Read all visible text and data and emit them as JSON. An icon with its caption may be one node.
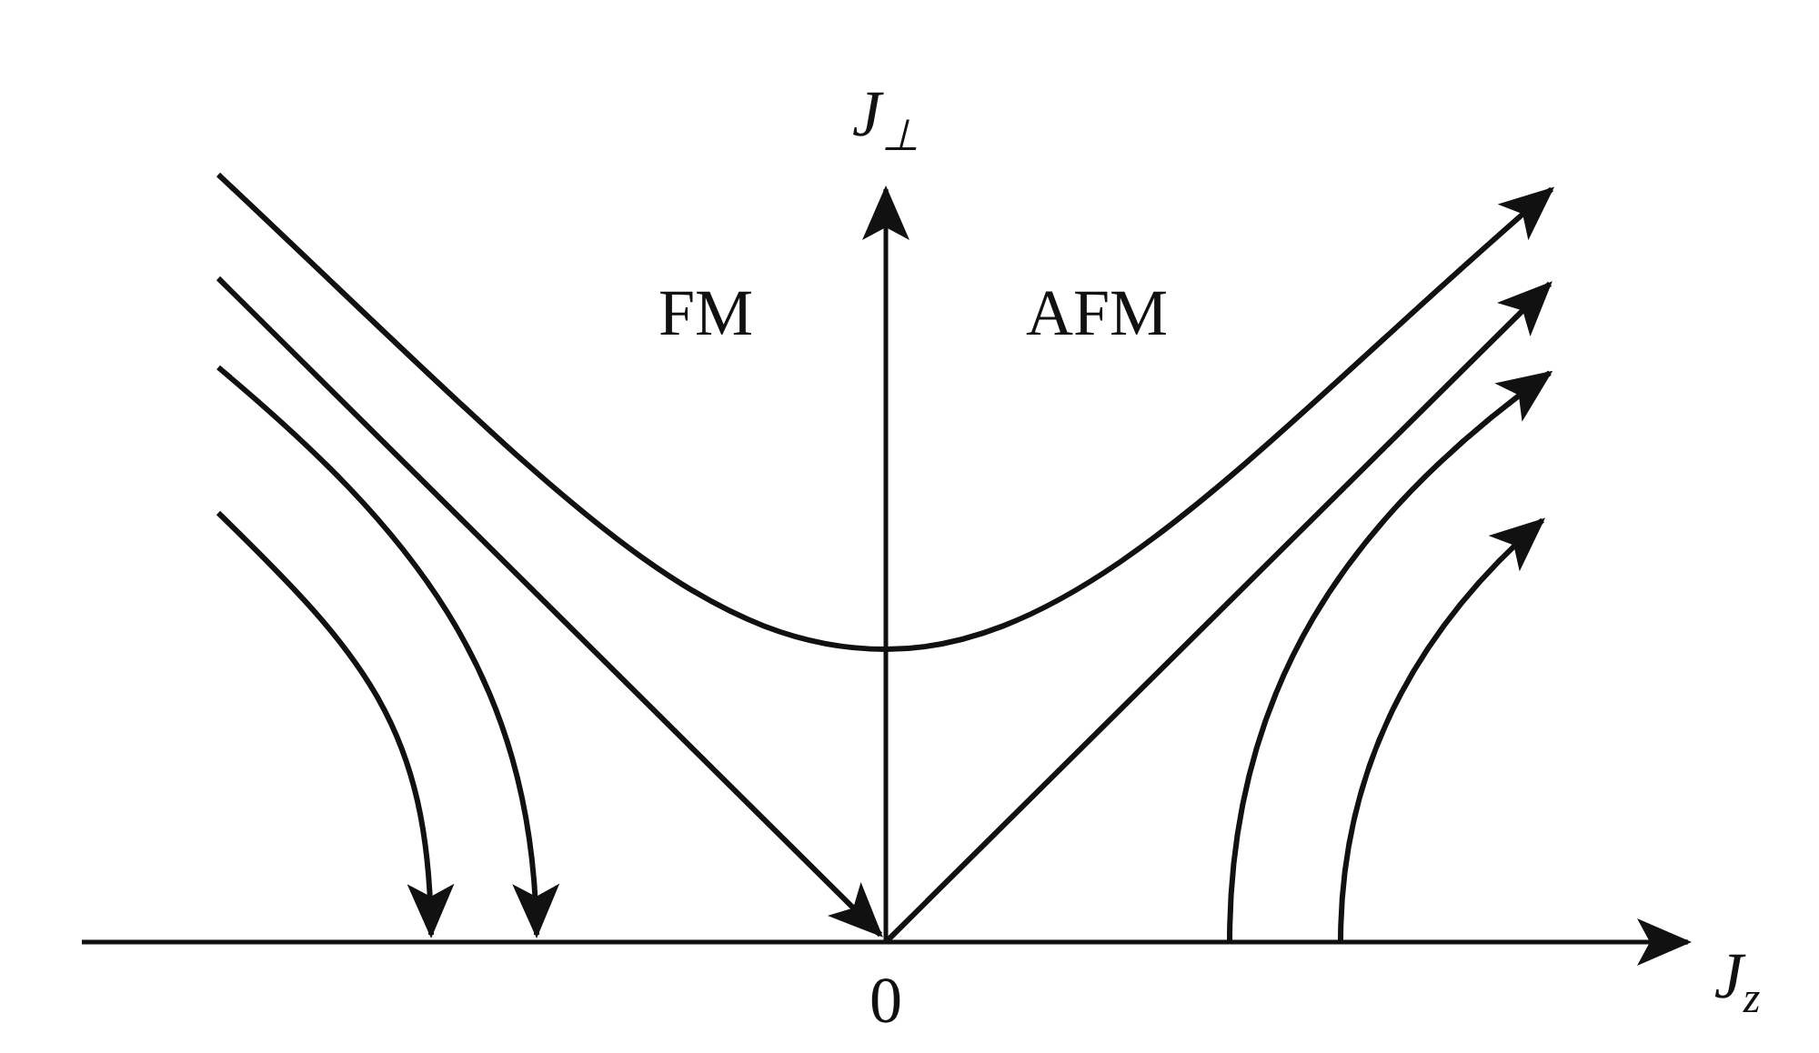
{
  "diagram": {
    "labels": [
      "*J*$_{⊥}$",
      "FM",
      "AFM",
      "0",
      "*J*$_{z}$"
    ]
  }
}
